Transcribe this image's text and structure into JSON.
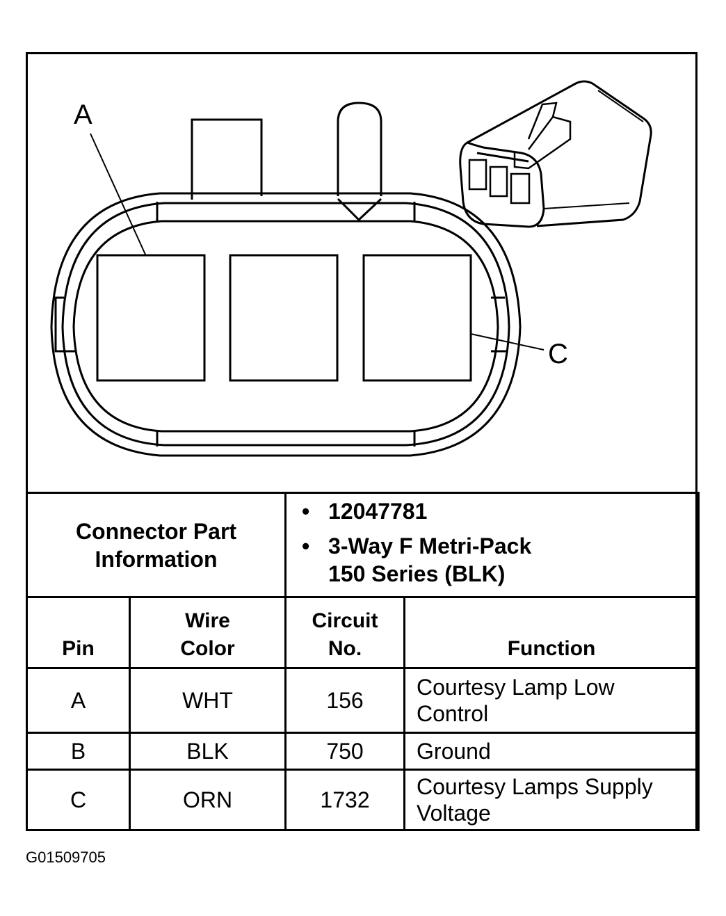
{
  "diagram": {
    "pin_labels": [
      "A",
      "C"
    ]
  },
  "table": {
    "part_label_line1": "Connector Part",
    "part_label_line2": "Information",
    "part_items": [
      "12047781",
      "3-Way F Metri-Pack",
      "150 Series (BLK)"
    ],
    "headers": {
      "pin": "Pin",
      "wire_color_line1": "Wire",
      "wire_color_line2": "Color",
      "circuit_line1": "Circuit",
      "circuit_line2": "No.",
      "function": "Function"
    },
    "rows": [
      {
        "pin": "A",
        "wire_color": "WHT",
        "circuit": "156",
        "function_line1": "Courtesy Lamp Low",
        "function_line2": "Control"
      },
      {
        "pin": "B",
        "wire_color": "BLK",
        "circuit": "750",
        "function_line1": "Ground",
        "function_line2": ""
      },
      {
        "pin": "C",
        "wire_color": "ORN",
        "circuit": "1732",
        "function_line1": "Courtesy Lamps Supply",
        "function_line2": "Voltage"
      }
    ]
  },
  "footer": {
    "figure_id": "G01509705"
  }
}
